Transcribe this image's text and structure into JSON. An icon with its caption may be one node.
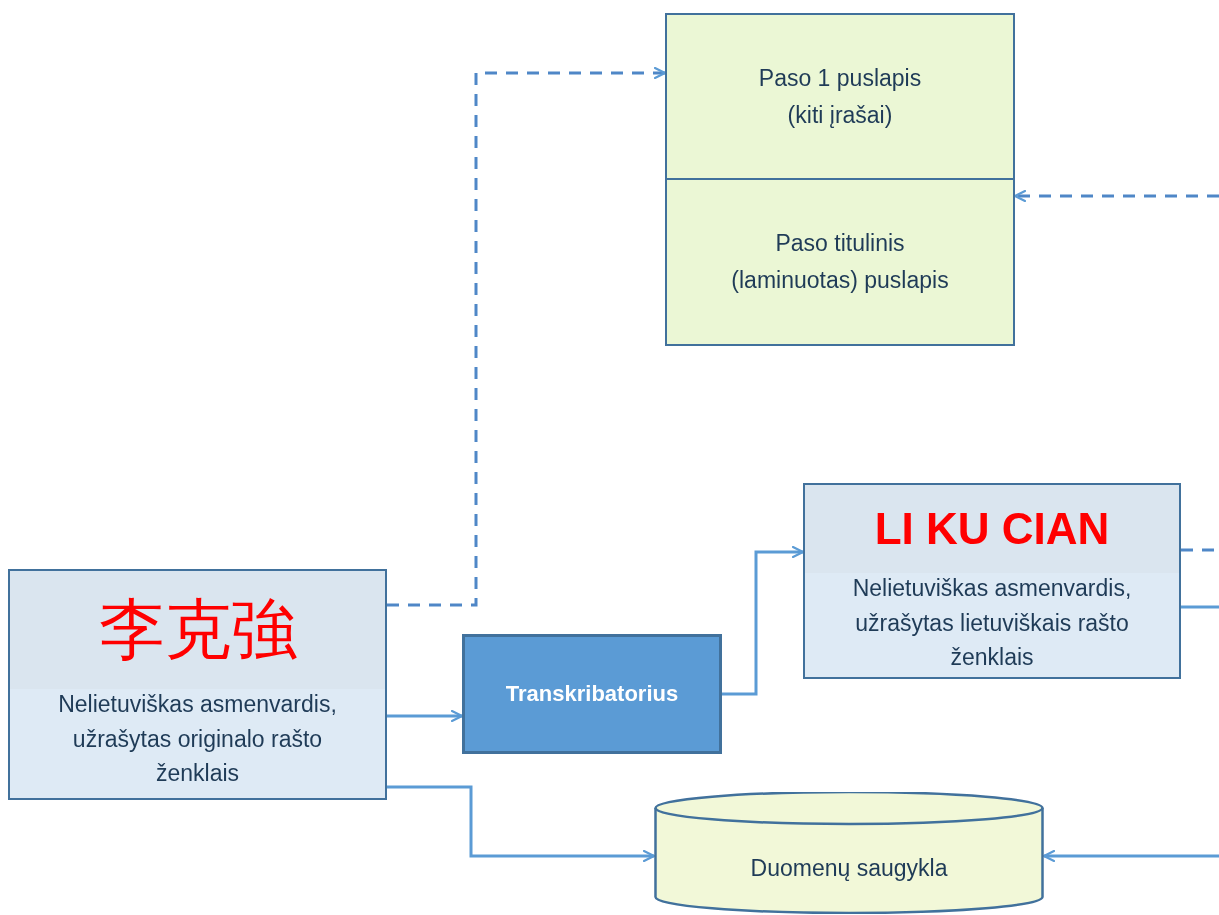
{
  "diagram": {
    "nodes": [
      {
        "text": [
          "Paso 1 puslapis (kiti įrašai)"
        ]
      },
      {
        "text": [
          "Paso titulinis (laminuotas) puslapis"
        ]
      },
      {
        "text": [
          "李克強",
          "Nelietuviškas asmenvardis, užrašytas originalo rašto ženklais"
        ]
      },
      {
        "text": [
          "Transkribatorius"
        ]
      },
      {
        "text": [
          "LI KU CIAN",
          "Nelietuviškas asmenvardis, užrašytas lietuviškais rašto ženklais"
        ]
      },
      {
        "text": [
          "Duomenų saugykla"
        ]
      }
    ],
    "edges": [
      {
        "from": 2,
        "to": 0,
        "arrow": "to",
        "style": "dashed"
      },
      {
        "from": null,
        "to": 1,
        "arrow": "to",
        "style": "dashed"
      },
      {
        "from": 2,
        "to": 3,
        "arrow": "to"
      },
      {
        "from": 3,
        "to": 4,
        "arrow": "to"
      },
      {
        "from": 2,
        "to": 5,
        "arrow": "to"
      },
      {
        "from": 4,
        "to": null,
        "arrow": "none",
        "style": "dashed"
      },
      {
        "from": 4,
        "to": null,
        "arrow": "none"
      },
      {
        "from": null,
        "to": 5,
        "arrow": "to"
      }
    ]
  }
}
